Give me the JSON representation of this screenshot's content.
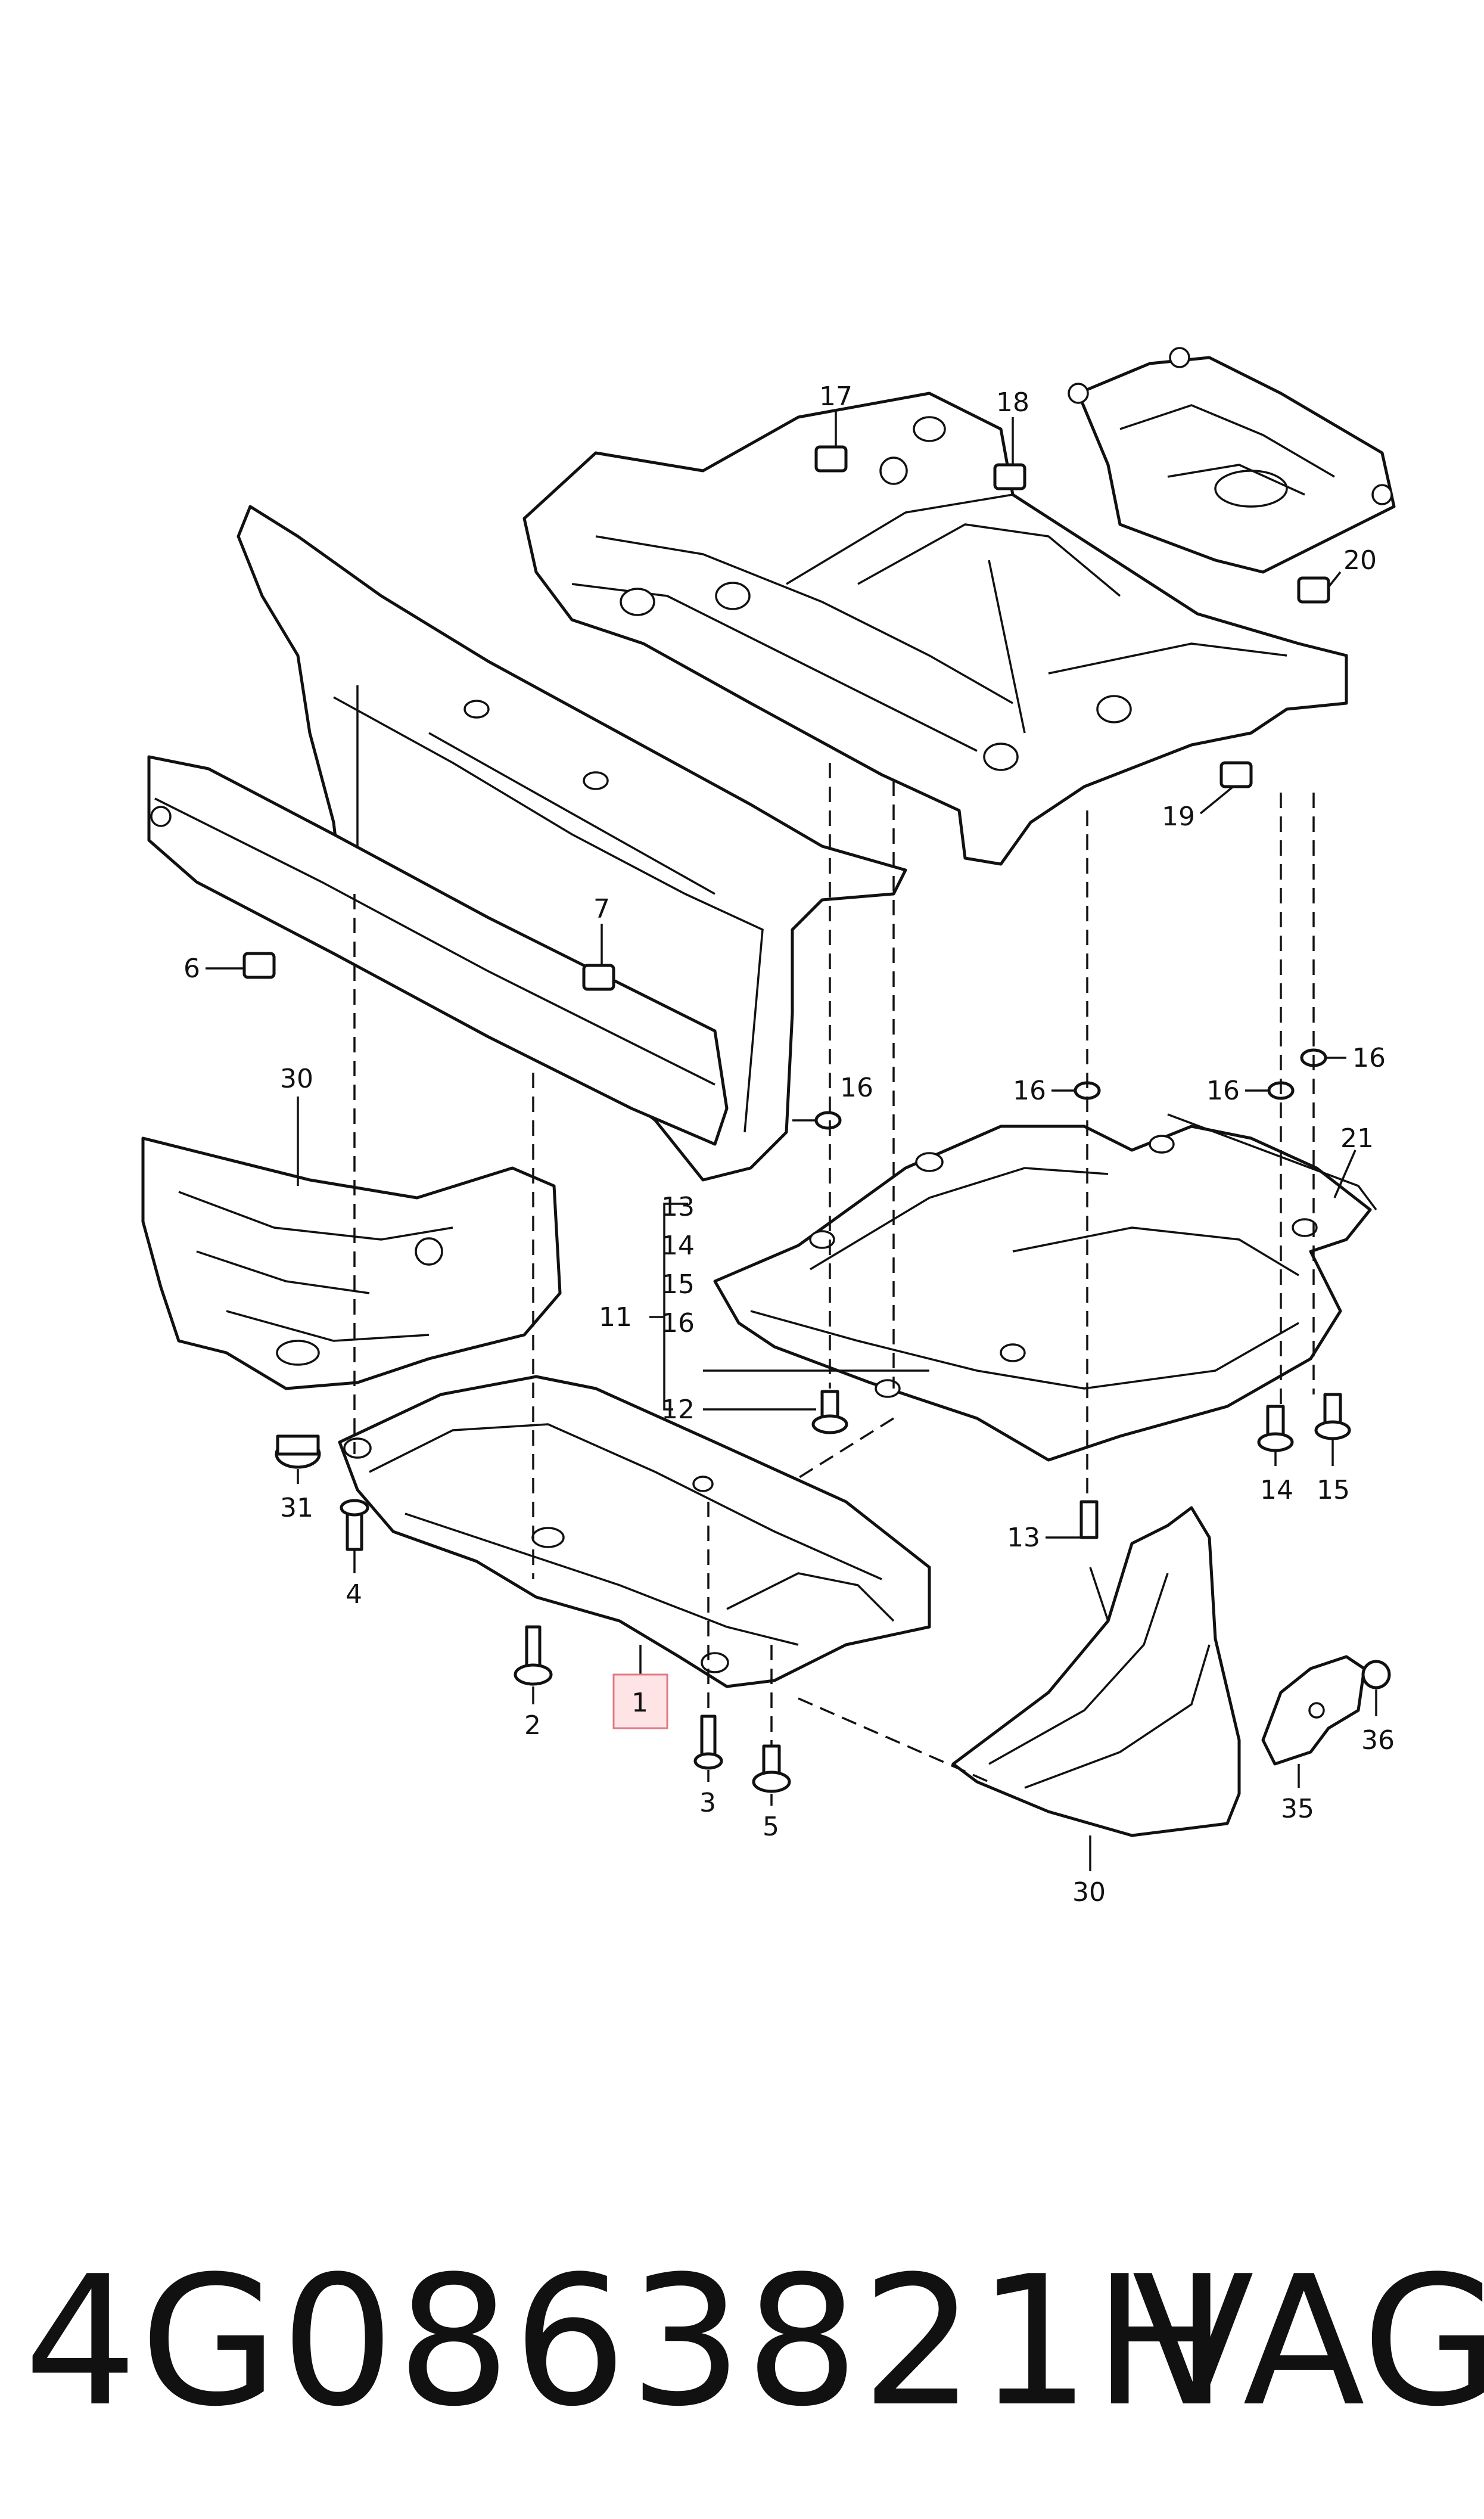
{
  "diagram": {
    "callouts": {
      "c1": "1",
      "c2": "2",
      "c3": "3",
      "c4": "4",
      "c5": "5",
      "c6": "6",
      "c7": "7",
      "c11": "11",
      "c12": "12",
      "c13a": "13",
      "c14a": "14",
      "c15a": "15",
      "c16a": "16",
      "c13b": "13",
      "c14b": "14",
      "c15b": "15",
      "c16b": "16",
      "c16c": "16",
      "c16d": "16",
      "c16e": "16",
      "c17": "17",
      "c18": "18",
      "c19": "19",
      "c20": "20",
      "c21": "21",
      "c30a": "30",
      "c30b": "30",
      "c31": "31",
      "c35": "35",
      "c36": "36"
    },
    "highlighted_callout": "1",
    "highlight_color": "#ffe4e6"
  },
  "footer": {
    "part_number": "4G0863821H",
    "brand": "VAG"
  }
}
